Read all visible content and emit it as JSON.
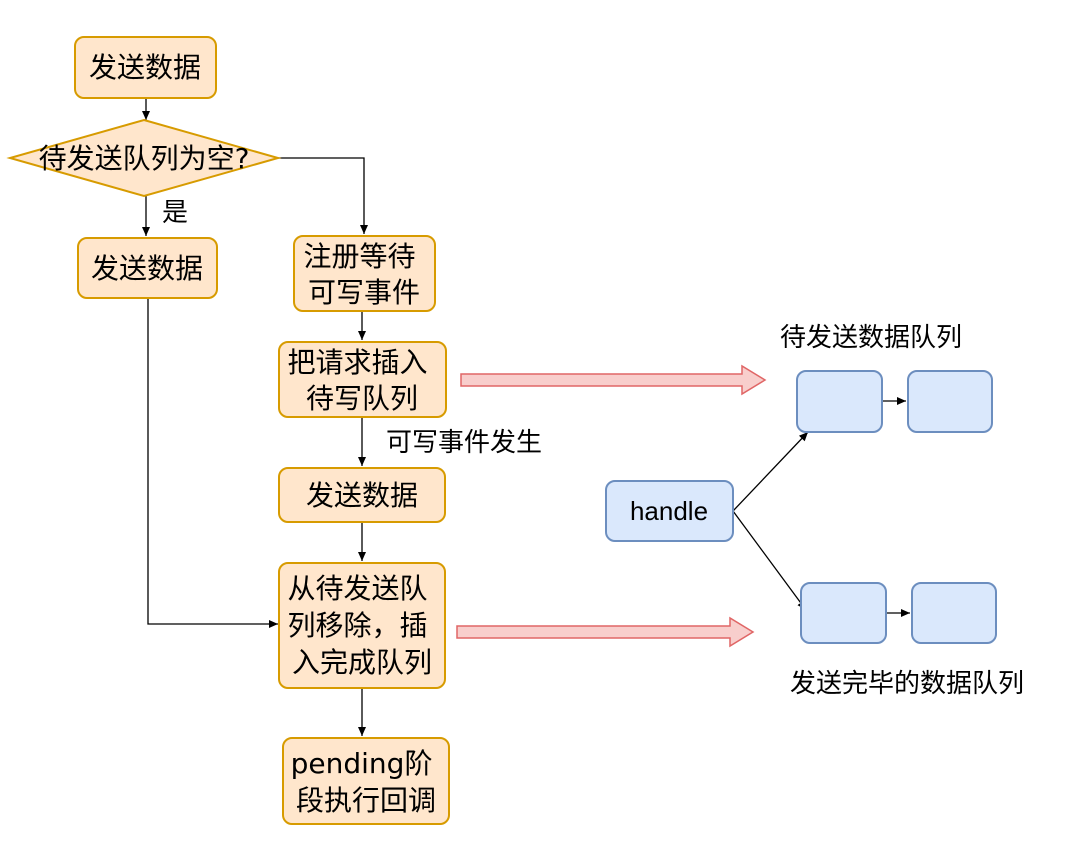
{
  "flow": {
    "send_data_top": [
      "发送数据"
    ],
    "decision": [
      "待发送队列为空?"
    ],
    "yes_label": "是",
    "send_data_left": [
      "发送数据"
    ],
    "register_wait": [
      "注册等待",
      "可写事件"
    ],
    "insert_request": [
      "把请求插入",
      "待写队列"
    ],
    "writable_event_label": "可写事件发生",
    "send_data_mid": [
      "发送数据"
    ],
    "move_remove": [
      "从待发送队",
      "列移除，插",
      "入完成队列"
    ],
    "pending_callback": [
      "pending阶",
      "段执行回调"
    ]
  },
  "queues": {
    "pending_queue_title": "待发送数据队列",
    "handle_label": "handle",
    "done_queue_title": "发送完毕的数据队列"
  }
}
